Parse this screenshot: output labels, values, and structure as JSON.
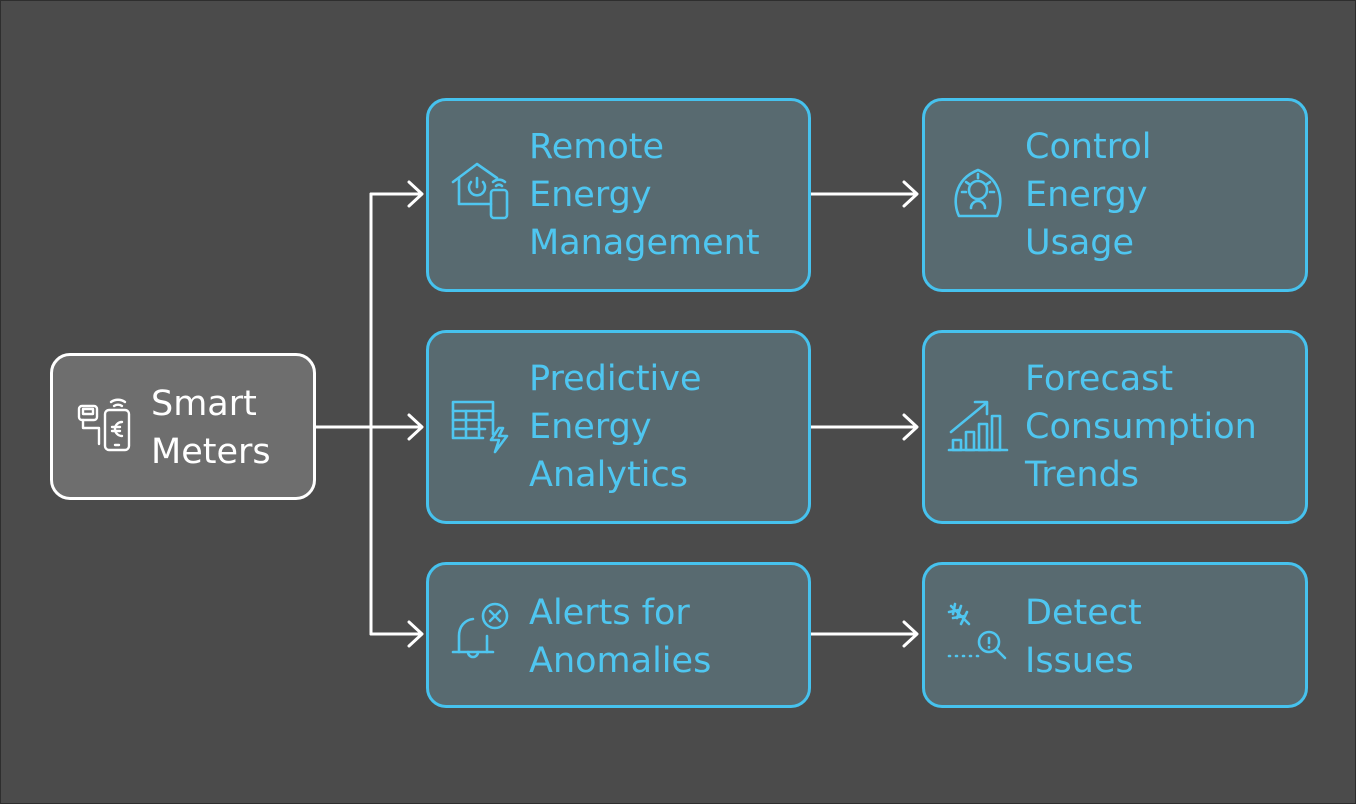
{
  "diagram": {
    "colors": {
      "background": "#4b4b4b",
      "accent": "#46c2ee",
      "text": "#4fc6f0",
      "root_border": "#ffffff"
    },
    "root": {
      "lines": [
        "Smart",
        "Meters"
      ],
      "icon": "smart-meter-icon"
    },
    "branches": [
      {
        "feature": {
          "lines": [
            "Remote",
            "Energy",
            "Management"
          ],
          "icon": "smart-home-icon"
        },
        "outcome": {
          "lines": [
            "Control",
            "Energy",
            "Usage"
          ],
          "icon": "light-bulb-icon"
        }
      },
      {
        "feature": {
          "lines": [
            "Predictive",
            "Energy",
            "Analytics"
          ],
          "icon": "energy-table-icon"
        },
        "outcome": {
          "lines": [
            "Forecast",
            "Consumption",
            "Trends"
          ],
          "icon": "growth-chart-icon"
        }
      },
      {
        "feature": {
          "lines": [
            "Alerts for",
            "Anomalies"
          ],
          "icon": "bell-alert-icon"
        },
        "outcome": {
          "lines": [
            "Detect",
            "Issues"
          ],
          "icon": "bug-search-icon"
        }
      }
    ]
  }
}
